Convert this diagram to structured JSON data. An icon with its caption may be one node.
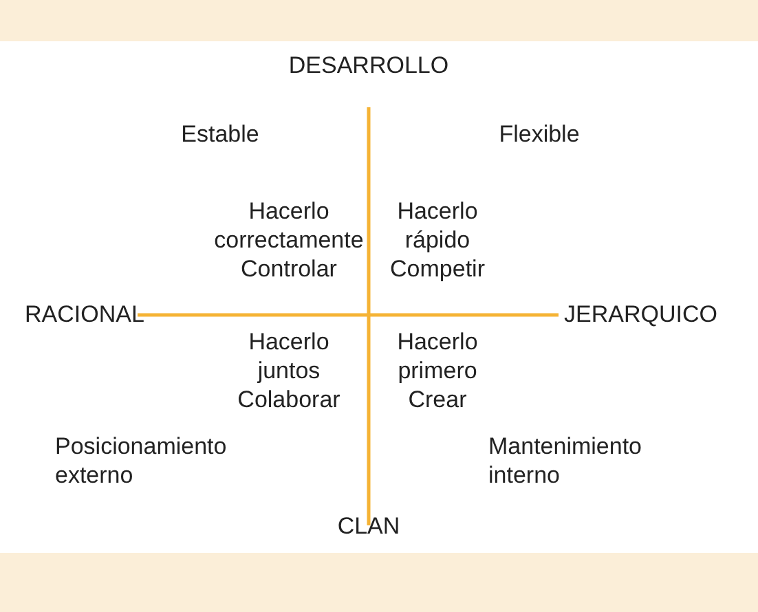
{
  "diagram": {
    "labels": [
      "DESARROLLO",
      "Estable",
      "Flexible",
      "Hacerlo correctamente",
      "Controlar",
      "Hacerlo rápido",
      "Competir",
      "RACIONAL",
      "JERARQUICO",
      "Hacerlo juntos",
      "Colaborar",
      "Hacerlo primero",
      "Crear",
      "Posicionamiento externo",
      "Mantenimiento interno",
      "CLAN"
    ]
  }
}
